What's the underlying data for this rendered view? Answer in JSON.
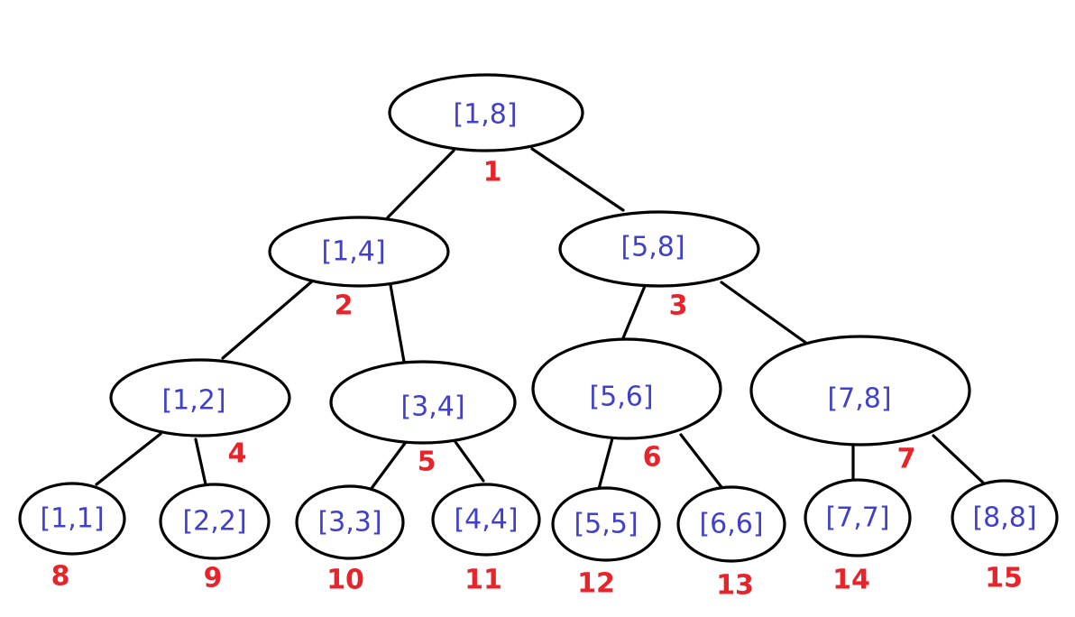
{
  "colors": {
    "node_text": "#4040cc",
    "index_text": "#e8232a",
    "line": "#000000",
    "background": "#ffffff"
  },
  "nodes": [
    {
      "label": "[1,8]",
      "index": "1"
    },
    {
      "label": "[1,4]",
      "index": "2"
    },
    {
      "label": "[5,8]",
      "index": "3"
    },
    {
      "label": "[1,2]",
      "index": "4"
    },
    {
      "label": "[3,4]",
      "index": "5"
    },
    {
      "label": "[5,6]",
      "index": "6"
    },
    {
      "label": "[7,8]",
      "index": "7"
    },
    {
      "label": "[1,1]",
      "index": "8"
    },
    {
      "label": "[2,2]",
      "index": "9"
    },
    {
      "label": "[3,3]",
      "index": "10"
    },
    {
      "label": "[4,4]",
      "index": "11"
    },
    {
      "label": "[5,5]",
      "index": "12"
    },
    {
      "label": "[6,6]",
      "index": "13"
    },
    {
      "label": "[7,7]",
      "index": "14"
    },
    {
      "label": "[8,8]",
      "index": "15"
    }
  ]
}
